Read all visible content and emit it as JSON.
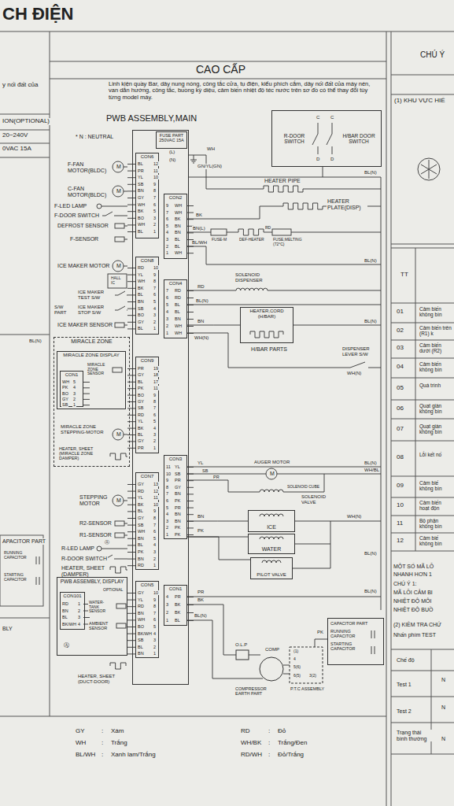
{
  "diagram": {
    "title": "CH ĐIỆN",
    "nodes": [
      {
        "text": [
          "PWB ASSEMBLY,MAIN"
        ]
      },
      {
        "text": [
          "FUSE PART",
          "250VAC 15A"
        ],
        "in": 0
      },
      {
        "text": [
          "CON6"
        ],
        "in": 0
      },
      {
        "text": [
          "CON2"
        ],
        "in": 0
      },
      {
        "text": [
          "CON8"
        ],
        "in": 0
      },
      {
        "text": [
          "CON4"
        ],
        "in": 0
      },
      {
        "text": [
          "CON9"
        ],
        "in": 0
      },
      {
        "text": [
          "CON3"
        ],
        "in": 0
      },
      {
        "text": [
          "CON7"
        ],
        "in": 0
      },
      {
        "text": [
          "CON5"
        ],
        "in": 0
      },
      {
        "text": [
          "CON1"
        ],
        "in": 0
      },
      {
        "text": [
          "R-DOOR SWITCH",
          "H/BAR DOOR SWITCH"
        ]
      },
      {
        "text": [
          "HEATER,CORD (H/BAR)"
        ]
      },
      {
        "text": [
          "MIRACLE ZONE"
        ]
      },
      {
        "text": [
          "MIRACLE ZONE DISPLAY"
        ],
        "in": 13
      },
      {
        "text": [
          "CON1"
        ],
        "in": 14
      },
      {
        "text": [
          "ICE"
        ]
      },
      {
        "text": [
          "WATER"
        ]
      },
      {
        "text": [
          "PILOT VALVE"
        ]
      },
      {
        "text": [
          "PWB ASSEMBLY, DISPLAY"
        ]
      },
      {
        "text": [
          "CON101"
        ],
        "in": 19
      },
      {
        "text": [
          "CAPACITOR PART",
          "RUNNING CAPACITOR",
          "STARTING CAPACITOR"
        ]
      }
    ],
    "edges": [
      {
        "from": 5,
        "to": 12,
        "arrow": "none"
      },
      {
        "from": 7,
        "to": 16,
        "arrow": "none"
      },
      {
        "from": 7,
        "to": 17,
        "arrow": "none"
      },
      {
        "from": 7,
        "to": 18,
        "arrow": "none"
      }
    ],
    "labels": [
      "y nối đất của",
      "ION(OPTIONAL)",
      "20~240V",
      "0VAC 15A",
      "CAO CẤP",
      "Linh kiện quầy Bar, dây nung nóng, công tắc cửa, tụ điện, kiểu phích cắm, dây nối đất của máy nén, van dẫn hướng, công tắc, buồng kỳ diệu, cảm biến nhiệt độ téc nước trên sơ đồ có thể thay đổi tùy từng model máy.",
      "* N : NEUTRAL",
      "CHÚ Ý",
      "(1) KHU VỰC HIỂ",
      "(L)",
      "(N)",
      "GN/YL(GN)",
      "C",
      "C",
      "D",
      "D",
      "M",
      "M",
      "M",
      "M",
      "M",
      "M",
      "F-FAN MOTOR(BLDC)",
      "C-FAN MOTOR(BLDC)",
      "F-LED LAMP",
      "F-DOOR SWITCH",
      "DEFROST SENSOR",
      "F-SENSOR",
      "ICE MAKER MOTOR",
      "HALL IC",
      "ICE MAKER TEST S/W",
      "S/W PART",
      "ICE MAKER STOP S/W",
      "ICE MAKER SENSOR",
      "MIRACLE ZONE SENSOR",
      "MIRACLE ZONE STEPPING-MOTOR",
      "HEATER, SHEET (MIRACLE ZONE DAMPER)",
      "STEPPING MOTOR",
      "R2-SENSOR",
      "R1-SENSOR",
      "R-LED LAMP",
      "R-DOOR SWITCH",
      "HEATER, SHEET (DAMPER)",
      "Ⓐ",
      "Ⓐ",
      "WATER-TANK SENSOR",
      "OPTIONAL",
      "AMBIENT SENSOR",
      "HEATER, SHEET (DUCT-DOOR)",
      "HEATER PIPE",
      "HEATER PLATE(DISP)",
      "FUSE-M",
      "DEF-HEATER",
      "RD",
      "FUSE,MELTING (72°C)",
      "SOLENOID DISPENSER",
      "H/BAR PARTS",
      "DISPENSER LEVER S/W",
      "AUGER MOTOR",
      "SOLENOID CUBE",
      "SOLENOID VALVE",
      "O.L.P",
      "COMP",
      "COMPRESSOR EARTH PART",
      "P.T.C ASSEMBLY",
      "(1)",
      "4",
      "5(6)",
      "6(5)",
      "3(2)",
      "PK",
      "WH",
      "BL(N)",
      "BK",
      "BN(L)",
      "BL/WH",
      "BL(N)",
      "RD",
      "BL(N)",
      "BN",
      "WH(N)",
      "WH(N)",
      "BL(N)",
      "YL",
      "BL(N)",
      "SB",
      "WH/BL",
      "PR",
      "BN",
      "WH(N)",
      "PK",
      "BL(N)",
      "PR",
      "BK",
      "BL(N)",
      "BL(N)",
      "APACITOR PART",
      "RUNNING CAPACITOR",
      "STARTING CAPACITOR",
      "BLY",
      "BL(N)",
      "BL",
      "12",
      "PR",
      "11",
      "YL",
      "10",
      "SB",
      "9",
      "BN",
      "8",
      "GY",
      "7",
      "WH",
      "6",
      "BK",
      "5",
      "BO",
      "3",
      "WH",
      "2",
      "BL",
      "1",
      "9",
      "WH",
      "7",
      "WH",
      "6",
      "BK",
      "5",
      "BN",
      "4",
      "BN",
      "3",
      "BL",
      "2",
      "BL",
      "1",
      "WH",
      "RD",
      "10",
      "YL",
      "9",
      "WH",
      "8",
      "BK",
      "7",
      "BL",
      "6",
      "BN",
      "5",
      "SB",
      "4",
      "BO",
      "3",
      "GY",
      "2",
      "BL",
      "1",
      "7",
      "RD",
      "6",
      "RD",
      "5",
      "BL",
      "4",
      "BL",
      "3",
      "BN",
      "2",
      "WH",
      "1",
      "WH",
      "PR",
      "19",
      "GY",
      "18",
      "BL",
      "17",
      "PK",
      "11",
      "BO",
      "9",
      "GY",
      "8",
      "SB",
      "7",
      "RD",
      "6",
      "YL",
      "5",
      "BK",
      "4",
      "BL",
      "3",
      "GY",
      "2",
      "PR",
      "1",
      "11",
      "YL",
      "10",
      "SB",
      "9",
      "PR",
      "8",
      "GY",
      "7",
      "BN",
      "6",
      "PK",
      "5",
      "PR",
      "4",
      "BN",
      "3",
      "BN",
      "2",
      "PK",
      "1",
      "PK",
      "GY",
      "13",
      "RD",
      "12",
      "YL",
      "11",
      "BK",
      "10",
      "BL",
      "9",
      "GY",
      "8",
      "SB",
      "7",
      "WH",
      "6",
      "BN",
      "5",
      "BL",
      "4",
      "PK",
      "3",
      "BN",
      "2",
      "RD",
      "1",
      "GY",
      "10",
      "YL",
      "9",
      "RD",
      "8",
      "BN",
      "7",
      "WH",
      "6",
      "BO",
      "5",
      "BK/WH",
      "4",
      "SB",
      "3",
      "BL",
      "2",
      "BN",
      "1",
      "4",
      "PR",
      "3",
      "BK",
      "2",
      "BK",
      "1",
      "BL",
      "WH",
      "5",
      "PK",
      "4",
      "BO",
      "3",
      "GY",
      "2",
      "SB",
      "1",
      "RD",
      "1",
      "BN",
      "2",
      "BL",
      "3",
      "BK/WH",
      "4",
      "TT",
      "01",
      "Cảm biến không bìn",
      "02",
      "Cảm biến trên (R1) k",
      "03",
      "Cảm biến dưới (R2)",
      "04",
      "Cảm biến không bìn",
      "05",
      "Quá trình",
      "06",
      "Quạt giàn không bìn",
      "07",
      "Quạt giàn không bìn",
      "08",
      "Lỗi kết nố",
      "09",
      "Cảm biế không bìn",
      "10",
      "Cảm biến hoạt độn",
      "11",
      "Bộ phận không bìn",
      "12",
      "Cảm biế không bìn",
      "MỘT SỐ MÃ LỖ",
      "NHANH HƠN 1",
      "CHÚ Ý 1:",
      "MÃ LỖI CẢM BI",
      "NHIỆT ĐỘ MÔI",
      "NHIỆT ĐỘ BUỒ",
      "(2) KIỂM TRA CHỨ",
      "Nhấn phím TEST",
      "Chế độ",
      "Test 1",
      "N",
      "Test 2",
      "N",
      "Trạng thái bình thường",
      "N",
      "GY",
      ":",
      "Xám",
      "WH",
      ":",
      "Trắng",
      "BL/WH",
      ":",
      "Xanh lam/Trắng",
      "RD",
      ":",
      "Đỏ",
      "WH/BK",
      ":",
      "Trắng/Đen",
      "RD/WH",
      ":",
      "Đỏ/Trắng"
    ]
  }
}
